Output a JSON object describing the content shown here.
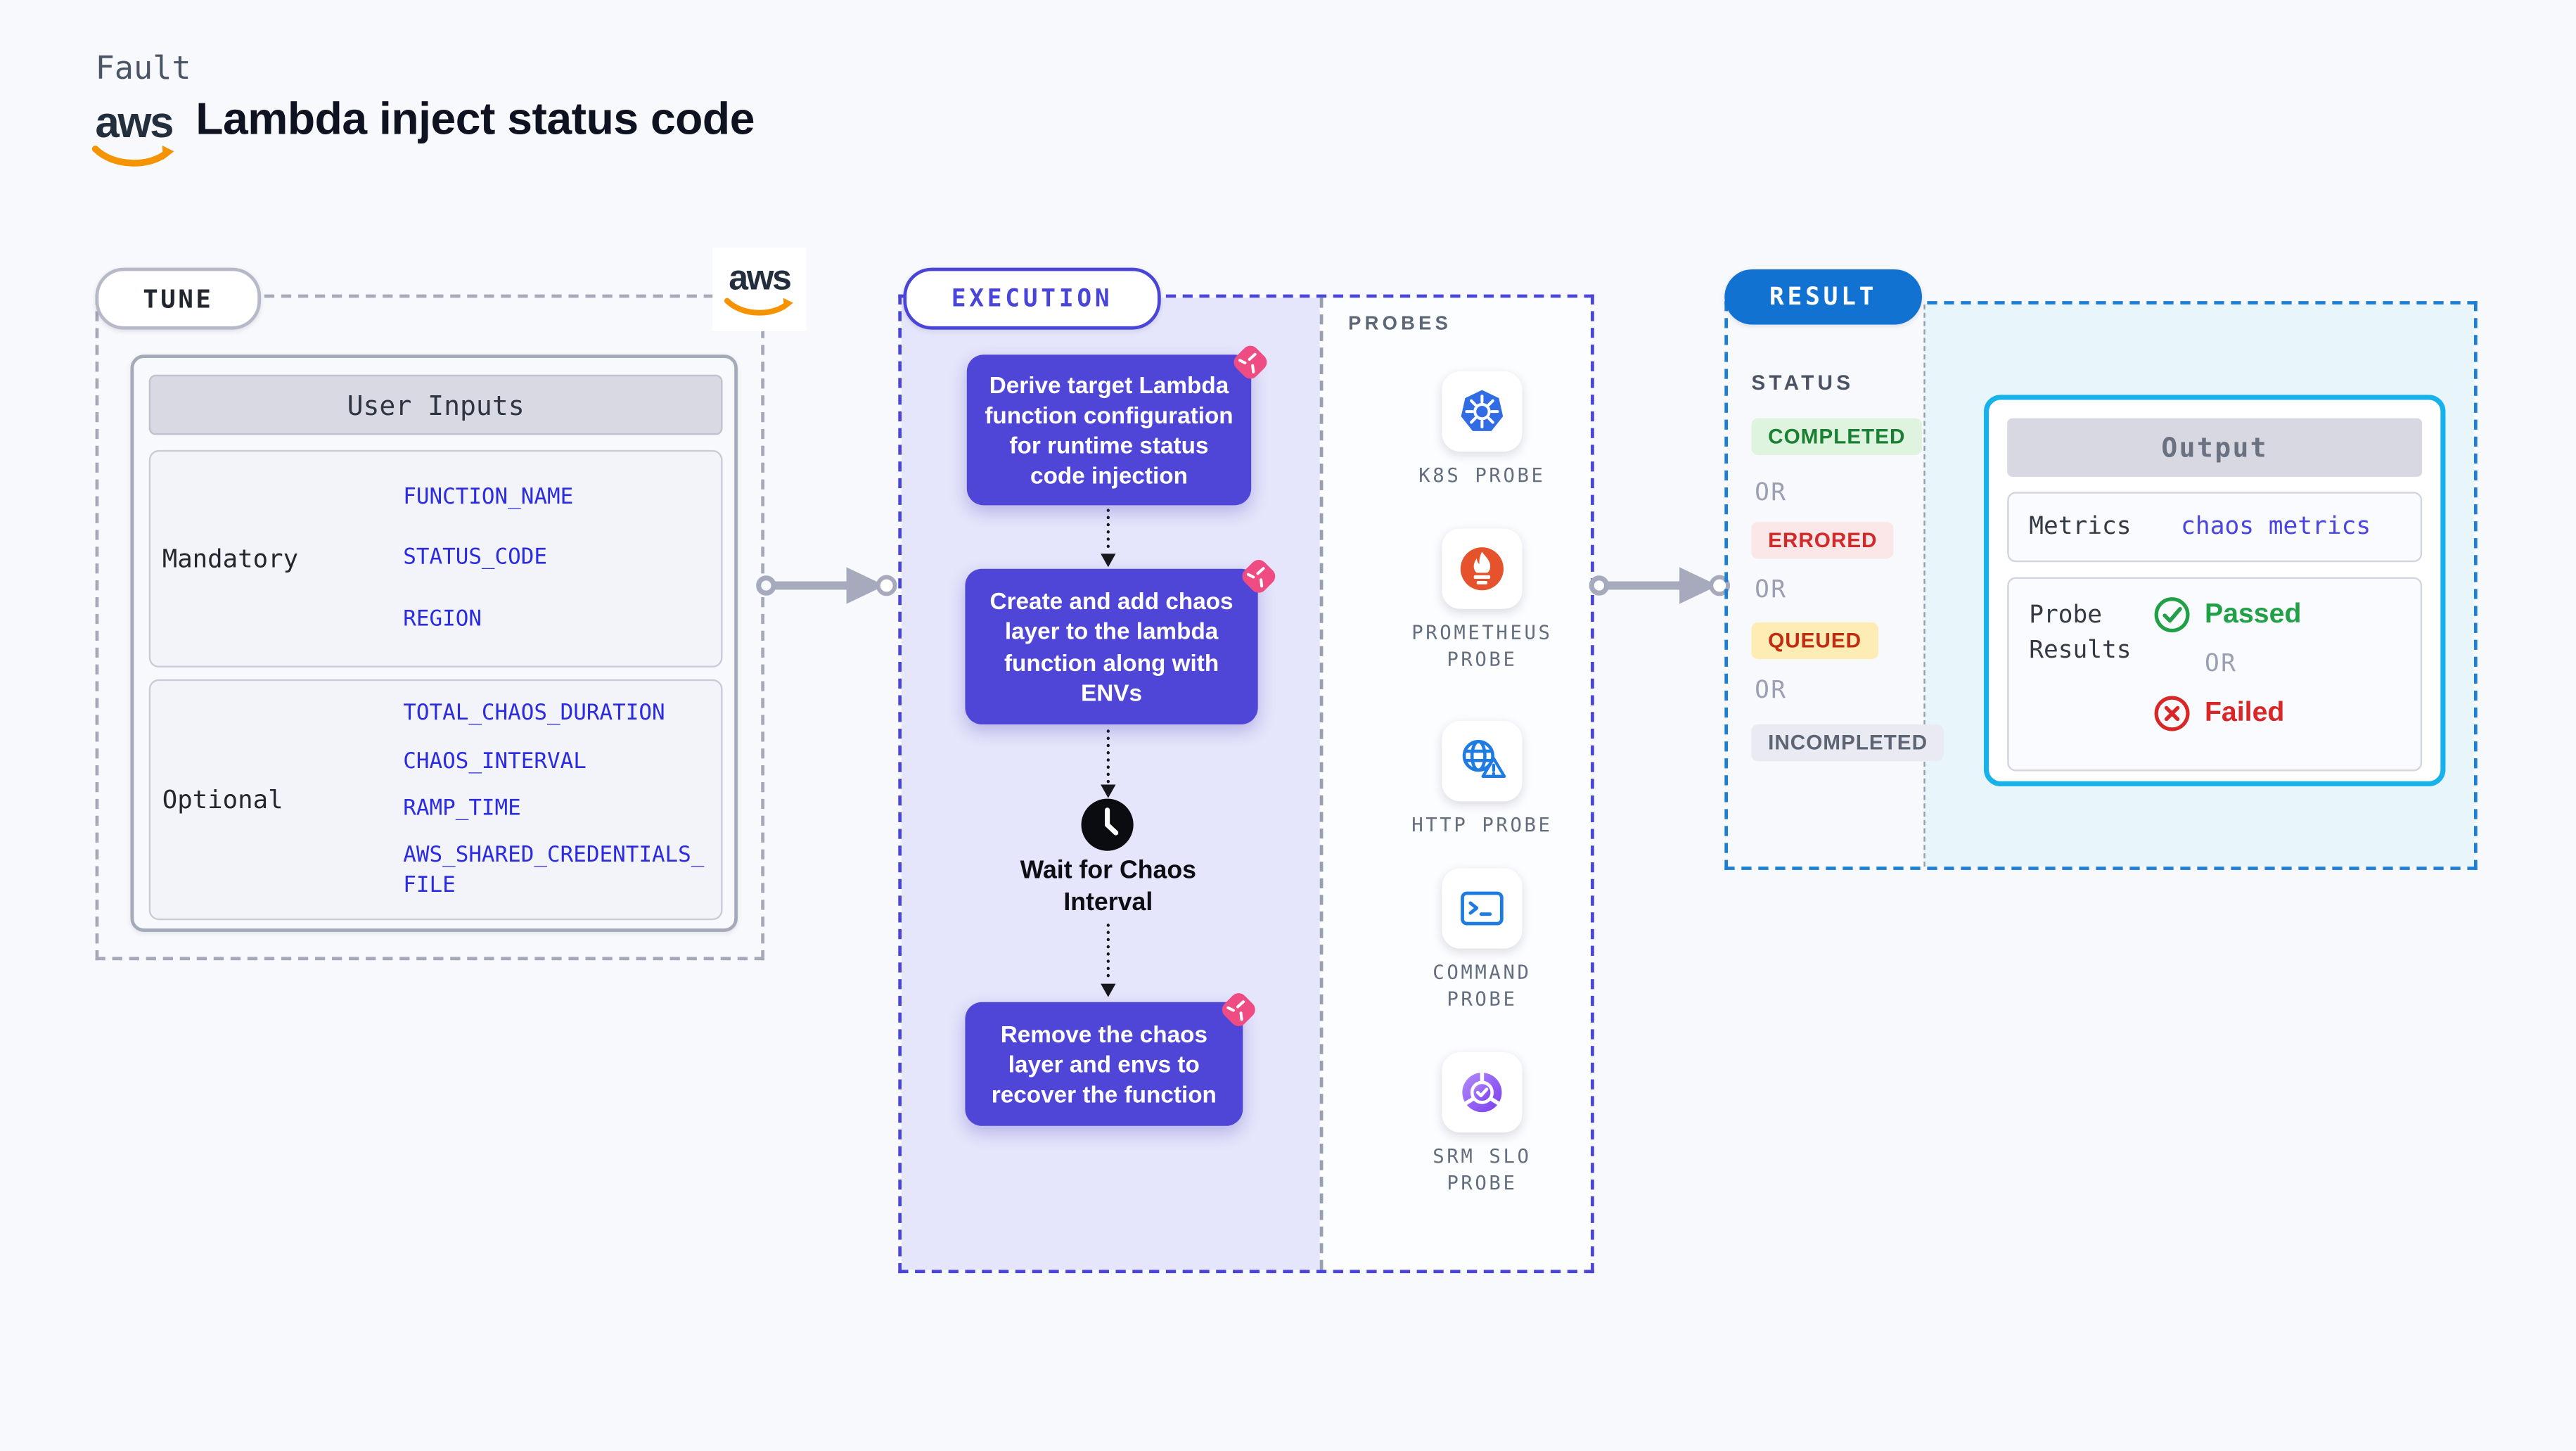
{
  "header": {
    "fault_label": "Fault",
    "title": "Lambda inject status code",
    "aws_logo_text": "aws"
  },
  "tune": {
    "badge": "TUNE",
    "table_title": "User Inputs",
    "groups": [
      {
        "label": "Mandatory",
        "params": [
          "FUNCTION_NAME",
          "STATUS_CODE",
          "REGION"
        ]
      },
      {
        "label": "Optional",
        "params": [
          "TOTAL_CHAOS_DURATION",
          "CHAOS_INTERVAL",
          "RAMP_TIME",
          "AWS_SHARED_CREDENTIALS_FILE"
        ]
      }
    ]
  },
  "execution": {
    "badge": "EXECUTION",
    "steps": [
      "Derive target Lambda function configuration for runtime status code injection",
      "Create and add chaos layer to the lambda function along with ENVs",
      "Remove the chaos layer and envs to recover the function"
    ],
    "wait_label": "Wait for Chaos Interval"
  },
  "probes": {
    "title": "PROBES",
    "items": [
      {
        "label": "K8S PROBE",
        "icon": "kubernetes-icon"
      },
      {
        "label": "PROMETHEUS PROBE",
        "icon": "prometheus-icon"
      },
      {
        "label": "HTTP PROBE",
        "icon": "http-globe-warning-icon"
      },
      {
        "label": "COMMAND PROBE",
        "icon": "terminal-icon"
      },
      {
        "label": "SRM SLO PROBE",
        "icon": "srm-slo-donut-check-icon"
      }
    ]
  },
  "result": {
    "badge": "RESULT",
    "status_title": "STATUS",
    "or_label": "OR",
    "statuses": [
      {
        "label": "COMPLETED",
        "type": "completed"
      },
      {
        "label": "ERRORED",
        "type": "errored"
      },
      {
        "label": "QUEUED",
        "type": "queued"
      },
      {
        "label": "INCOMPLETED",
        "type": "incompleted"
      }
    ],
    "output": {
      "title": "Output",
      "metrics_label": "Metrics",
      "metrics_value": "chaos metrics",
      "probe_results_label": "Probe Results",
      "or_label": "OR",
      "passed": "Passed",
      "failed": "Failed"
    }
  },
  "colors": {
    "page_bg": "#f8f9fd",
    "execution_purple": "#4f46d8",
    "execution_area": "#e5e5fb",
    "pinwheel_pink": "#ee4c83",
    "param_blue": "#2b2be2",
    "result_blue": "#1172d2",
    "output_border": "#17b2e9",
    "aws_orange": "#f59400",
    "kubernetes_blue": "#326ce5",
    "prometheus_orange": "#e6522c",
    "probe_blue": "#1d7be2",
    "passed_green": "#21a048",
    "failed_red": "#d92626"
  }
}
